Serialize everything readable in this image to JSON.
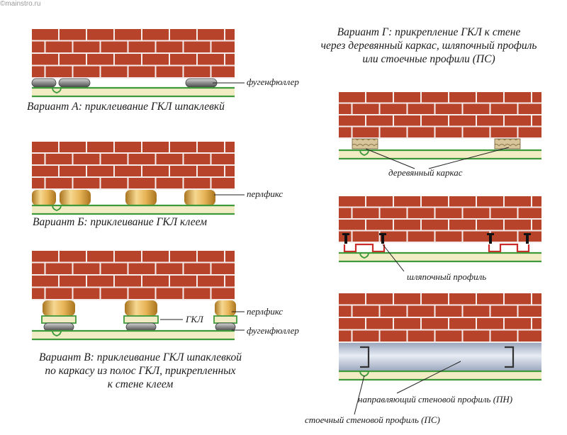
{
  "watermark": "©mainstro.ru",
  "variants": {
    "a": {
      "caption": "Вариант А: приклеивание ГКЛ шпаклевкй",
      "labels": {
        "fugen": "фугенфюллер"
      }
    },
    "b": {
      "caption": "Вариант Б: приклеивание ГКЛ клеем",
      "labels": {
        "perlfix": "перлфикс"
      }
    },
    "v": {
      "caption_lines": [
        "Вариант В: приклеивание ГКЛ шпаклевкой",
        "по каркасу из полос ГКЛ, прикрепленных",
        "к стене клеем"
      ],
      "labels": {
        "perlfix": "перлфикс",
        "gkl": "ГКЛ",
        "fugen": "фугенфюллер"
      }
    },
    "g": {
      "caption_lines": [
        "Вариант Г: прикрепление ГКЛ к стене",
        "через деревянный каркас, шляпочный профиль",
        "или стоечные профили (ПС)"
      ],
      "labels": {
        "wood": "деревянный каркас",
        "hat": "шляпочный профиль",
        "guide": "направляющий стеновой профиль (ПН)",
        "stud": "стоечный стеновой профиль (ПС)"
      }
    }
  },
  "colors": {
    "brick": "#b8432b",
    "mortar": "#f3ecea",
    "board": "#f2ecc4",
    "paper": "#3f9a3c",
    "fugen": "#8e8e8e",
    "perlfix": "#d9a443",
    "wood": "#cdb98c",
    "metal": "#c5cfe0",
    "hat_profile": "#cc2b2b"
  }
}
